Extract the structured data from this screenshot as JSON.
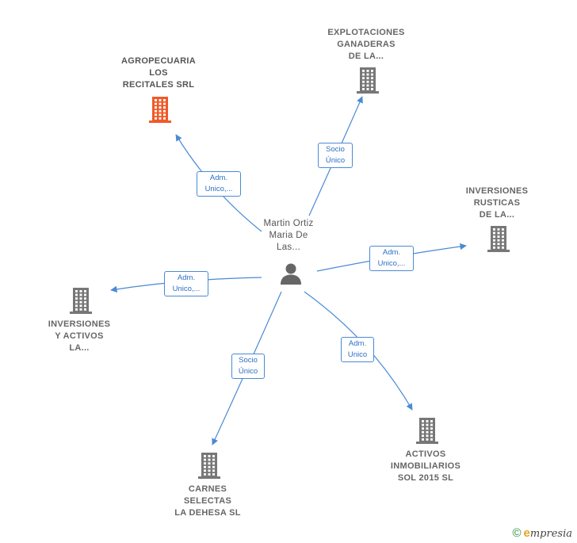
{
  "colors": {
    "edge": "#4a8ad4",
    "building_main": "#f05a28",
    "building": "#777777",
    "person": "#666666"
  },
  "center": {
    "name_lines": [
      "Martin Ortiz",
      "Maria De",
      "Las..."
    ],
    "icon": "person-icon"
  },
  "companies": [
    {
      "id": "agropecuaria",
      "lines": [
        "AGROPECUARIA",
        "LOS",
        "RECITALES SRL"
      ],
      "highlight": true
    },
    {
      "id": "explotaciones",
      "lines": [
        "EXPLOTACIONES",
        "GANADERAS",
        "DE LA..."
      ],
      "highlight": false
    },
    {
      "id": "inversiones-rusticas",
      "lines": [
        "INVERSIONES",
        "RUSTICAS",
        "DE LA..."
      ],
      "highlight": false
    },
    {
      "id": "inversiones-activos",
      "lines": [
        "INVERSIONES",
        "Y ACTIVOS",
        "LA..."
      ],
      "highlight": false
    },
    {
      "id": "activos-inmobiliarios",
      "lines": [
        "ACTIVOS",
        "INMOBILIARIOS",
        "SOL 2015  SL"
      ],
      "highlight": false
    },
    {
      "id": "carnes-selectas",
      "lines": [
        "CARNES",
        "SELECTAS",
        "LA DEHESA  SL"
      ],
      "highlight": false
    }
  ],
  "edges": [
    {
      "to": "agropecuaria",
      "label": [
        "Adm.",
        "Unico,..."
      ]
    },
    {
      "to": "explotaciones",
      "label": [
        "Socio",
        "Único"
      ]
    },
    {
      "to": "inversiones-rusticas",
      "label": [
        "Adm.",
        "Unico,..."
      ]
    },
    {
      "to": "inversiones-activos",
      "label": [
        "Adm.",
        "Unico,..."
      ]
    },
    {
      "to": "activos-inmobiliarios",
      "label": [
        "Adm.",
        "Unico"
      ]
    },
    {
      "to": "carnes-selectas",
      "label": [
        "Socio",
        "Único"
      ]
    }
  ],
  "footer": {
    "copyright_symbol": "©",
    "brand_initial": "e",
    "brand_rest": "mpresia"
  }
}
